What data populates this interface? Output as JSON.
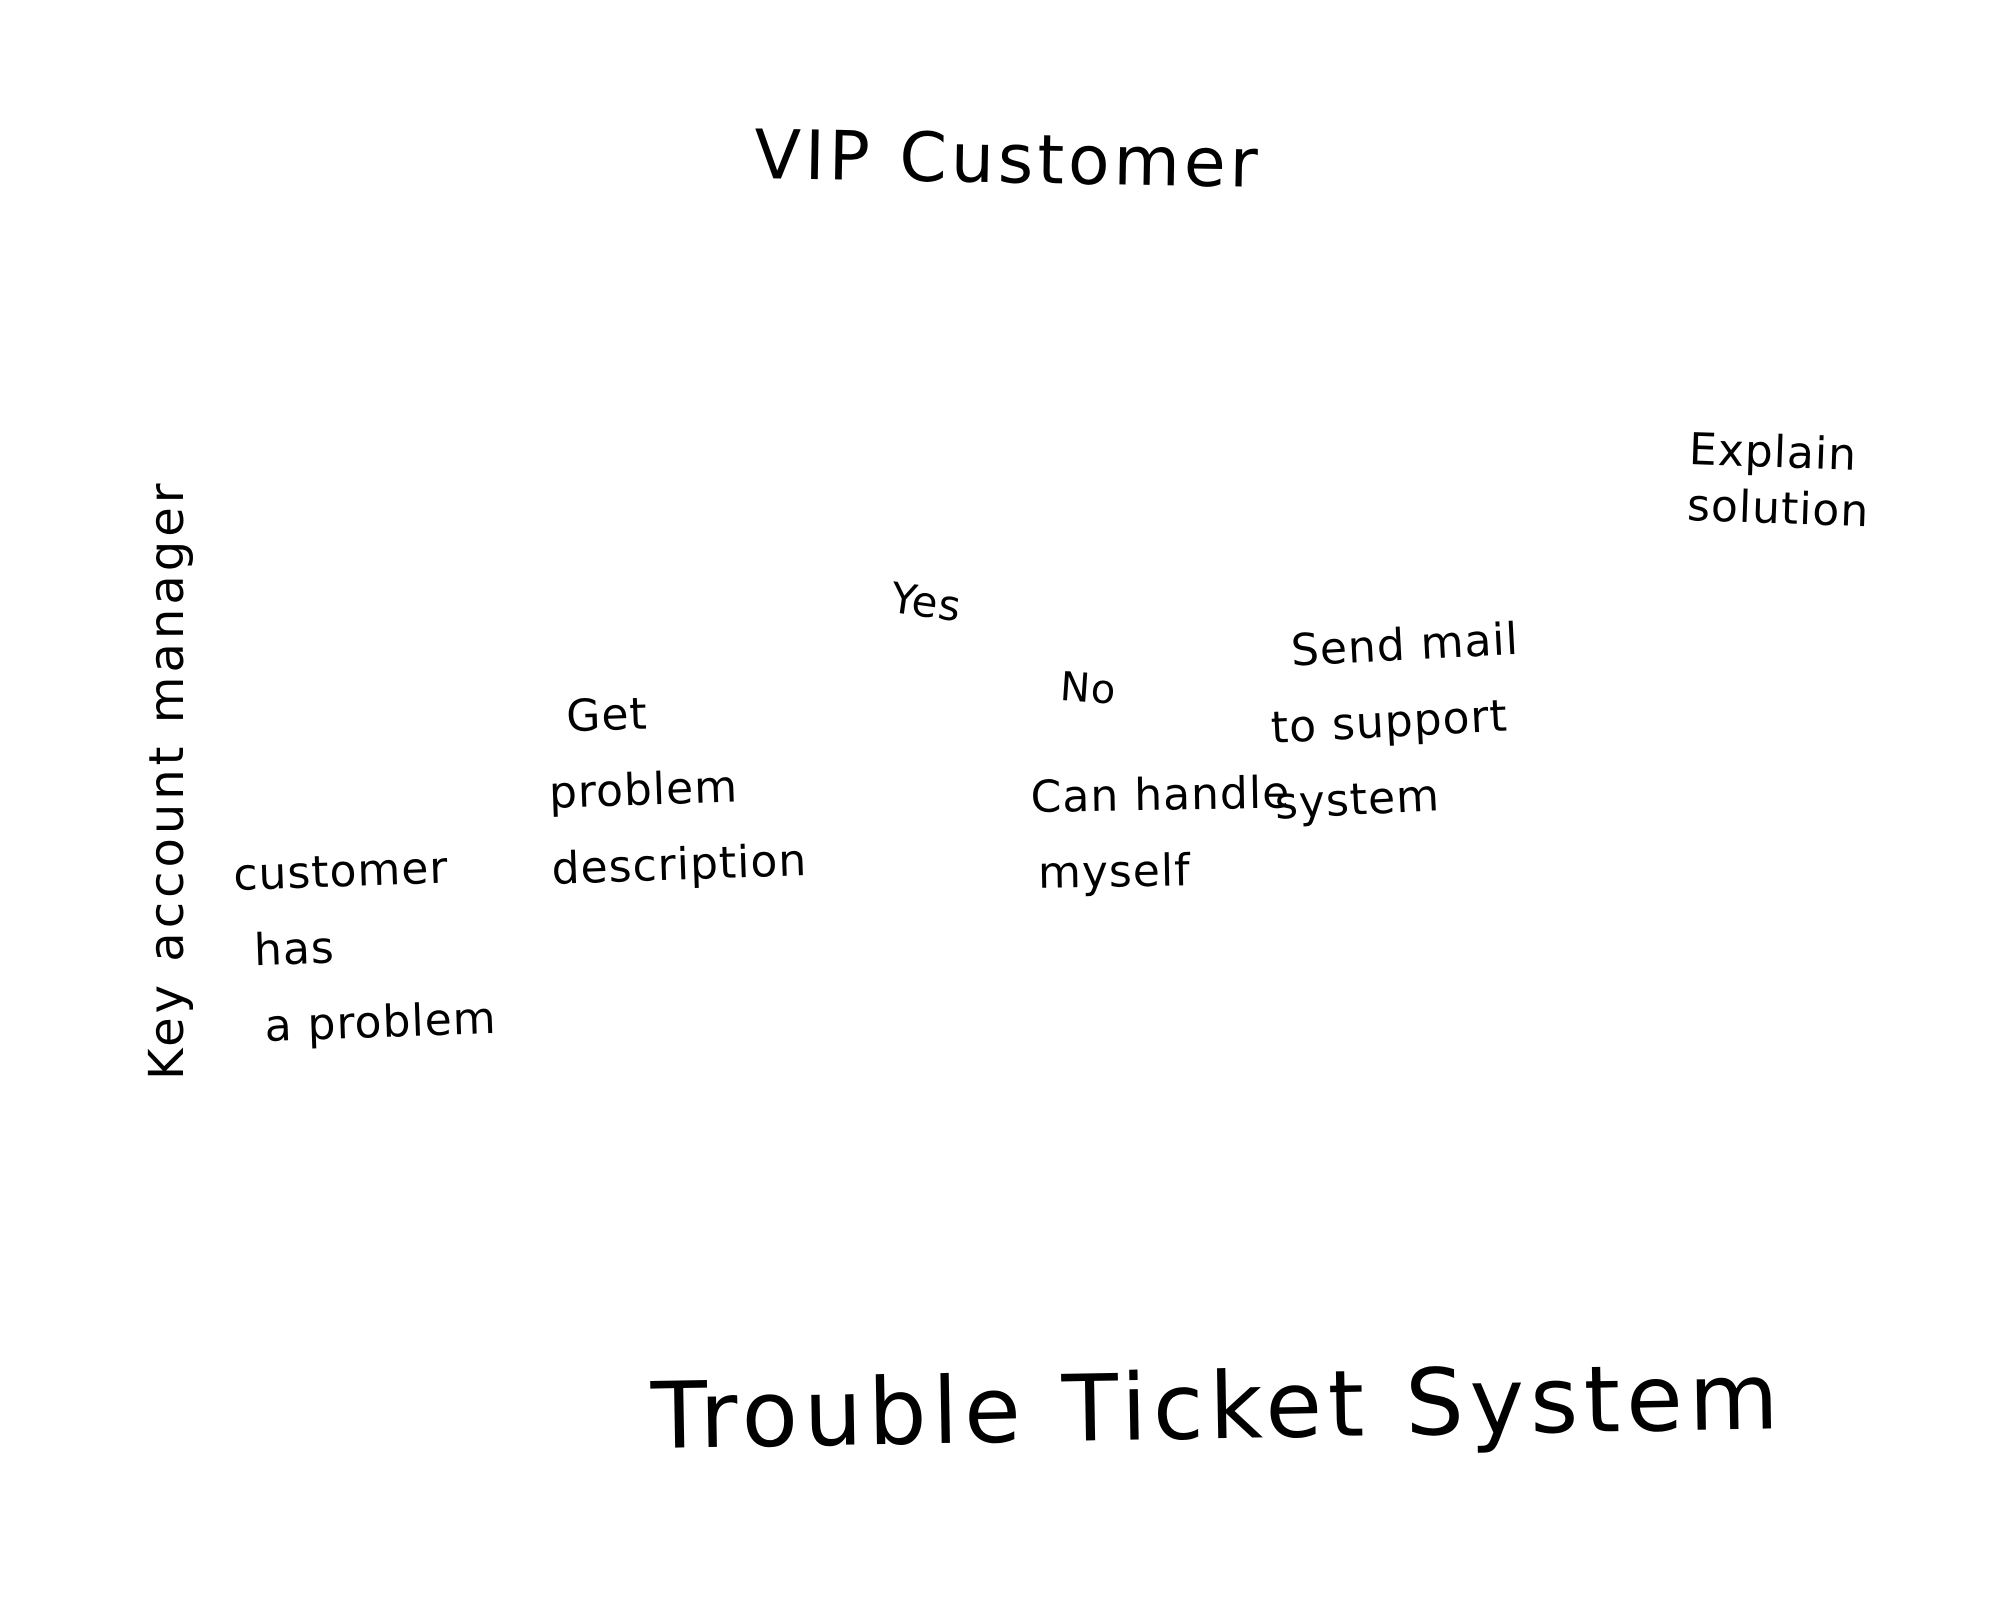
{
  "diagram": {
    "lanes": {
      "top": "VIP Customer",
      "left": "Key account manager",
      "bottom": "Trouble Ticket System"
    },
    "steps": {
      "customer_problem": [
        "customer",
        "has",
        "a problem"
      ],
      "get_description": [
        "Get",
        "problem",
        "description"
      ],
      "decision": [
        "Can handle",
        "myself"
      ],
      "send_mail": [
        "Send mail",
        "to support",
        "system"
      ],
      "explain": [
        "Explain",
        "solution"
      ]
    },
    "branches": {
      "yes": "Yes",
      "no": "No"
    }
  }
}
